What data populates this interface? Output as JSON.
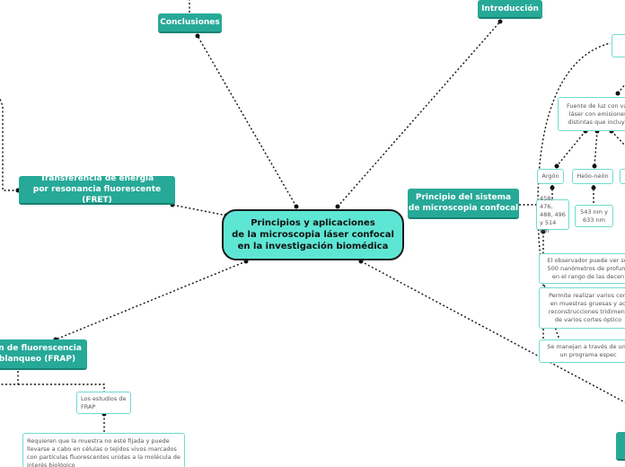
{
  "center": {
    "title": "Principios y aplicaciones\nde la microscopia láser confocal\nen la investigación biomédica"
  },
  "topics": {
    "conclusiones": "Conclusiones",
    "introduccion": "Introducción",
    "fret": "Transferencia de energía\npor resonancia fluorescente (FRET)",
    "principio": "Principio del sistema\nde microscopia confocal",
    "frap": "ón de fluorescencia\nblanqueo (FRAP)"
  },
  "details": {
    "fuente_luz": "Fuente de luz con var\nláser con emisiones\ndistintas que incluya",
    "argon": "Argón",
    "helio_neon": "Helio-neón",
    "argon_values": "458, 476,\n488, 496\ny 514 nm",
    "helio_values": "543 nm y\n633 nm",
    "observador": "El observador puede ver sol\n500 nanómetros de profund\nen el rango de las decen",
    "cortes": "Permite realizar varios cort\nen muestras gruesas y ad\nreconstrucciones tridimens\nde varios cortes óptico",
    "programa": "Se manejan a través de una\nun programa espec",
    "estudios_frap": "Los estudios de\nFRAP",
    "requieren": "Requieren que la muestra no esté fijada y puede\nllevarse a cabo en células o tejidos vivos marcados\ncon partículas fluorescentes unidas a la molécula de\ninterés biológico"
  }
}
